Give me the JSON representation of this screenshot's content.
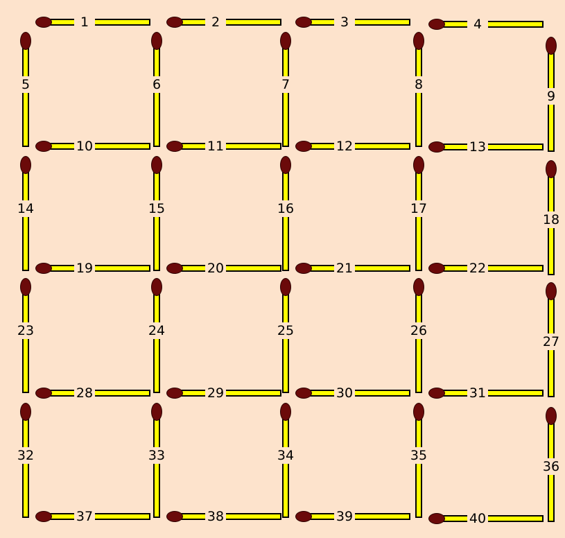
{
  "puzzle": {
    "horizontal": [
      {
        "id": 1,
        "label": "1"
      },
      {
        "id": 2,
        "label": "2"
      },
      {
        "id": 3,
        "label": "3"
      },
      {
        "id": 4,
        "label": "4"
      },
      {
        "id": 10,
        "label": "10"
      },
      {
        "id": 11,
        "label": "11"
      },
      {
        "id": 12,
        "label": "12"
      },
      {
        "id": 13,
        "label": "13"
      },
      {
        "id": 19,
        "label": "19"
      },
      {
        "id": 20,
        "label": "20"
      },
      {
        "id": 21,
        "label": "21"
      },
      {
        "id": 22,
        "label": "22"
      },
      {
        "id": 28,
        "label": "28"
      },
      {
        "id": 29,
        "label": "29"
      },
      {
        "id": 30,
        "label": "30"
      },
      {
        "id": 31,
        "label": "31"
      },
      {
        "id": 37,
        "label": "37"
      },
      {
        "id": 38,
        "label": "38"
      },
      {
        "id": 39,
        "label": "39"
      },
      {
        "id": 40,
        "label": "40"
      }
    ],
    "vertical": [
      {
        "id": 5,
        "label": "5"
      },
      {
        "id": 6,
        "label": "6"
      },
      {
        "id": 7,
        "label": "7"
      },
      {
        "id": 8,
        "label": "8"
      },
      {
        "id": 9,
        "label": "9"
      },
      {
        "id": 14,
        "label": "14"
      },
      {
        "id": 15,
        "label": "15"
      },
      {
        "id": 16,
        "label": "16"
      },
      {
        "id": 17,
        "label": "17"
      },
      {
        "id": 18,
        "label": "18"
      },
      {
        "id": 23,
        "label": "23"
      },
      {
        "id": 24,
        "label": "24"
      },
      {
        "id": 25,
        "label": "25"
      },
      {
        "id": 26,
        "label": "26"
      },
      {
        "id": 27,
        "label": "27"
      },
      {
        "id": 32,
        "label": "32"
      },
      {
        "id": 33,
        "label": "33"
      },
      {
        "id": 34,
        "label": "34"
      },
      {
        "id": 35,
        "label": "35"
      },
      {
        "id": 36,
        "label": "36"
      }
    ]
  },
  "colors": {
    "background": "#fde3cc",
    "match_stick": "#ffff00",
    "match_head": "#6b0a0a",
    "outline": "#000000"
  }
}
